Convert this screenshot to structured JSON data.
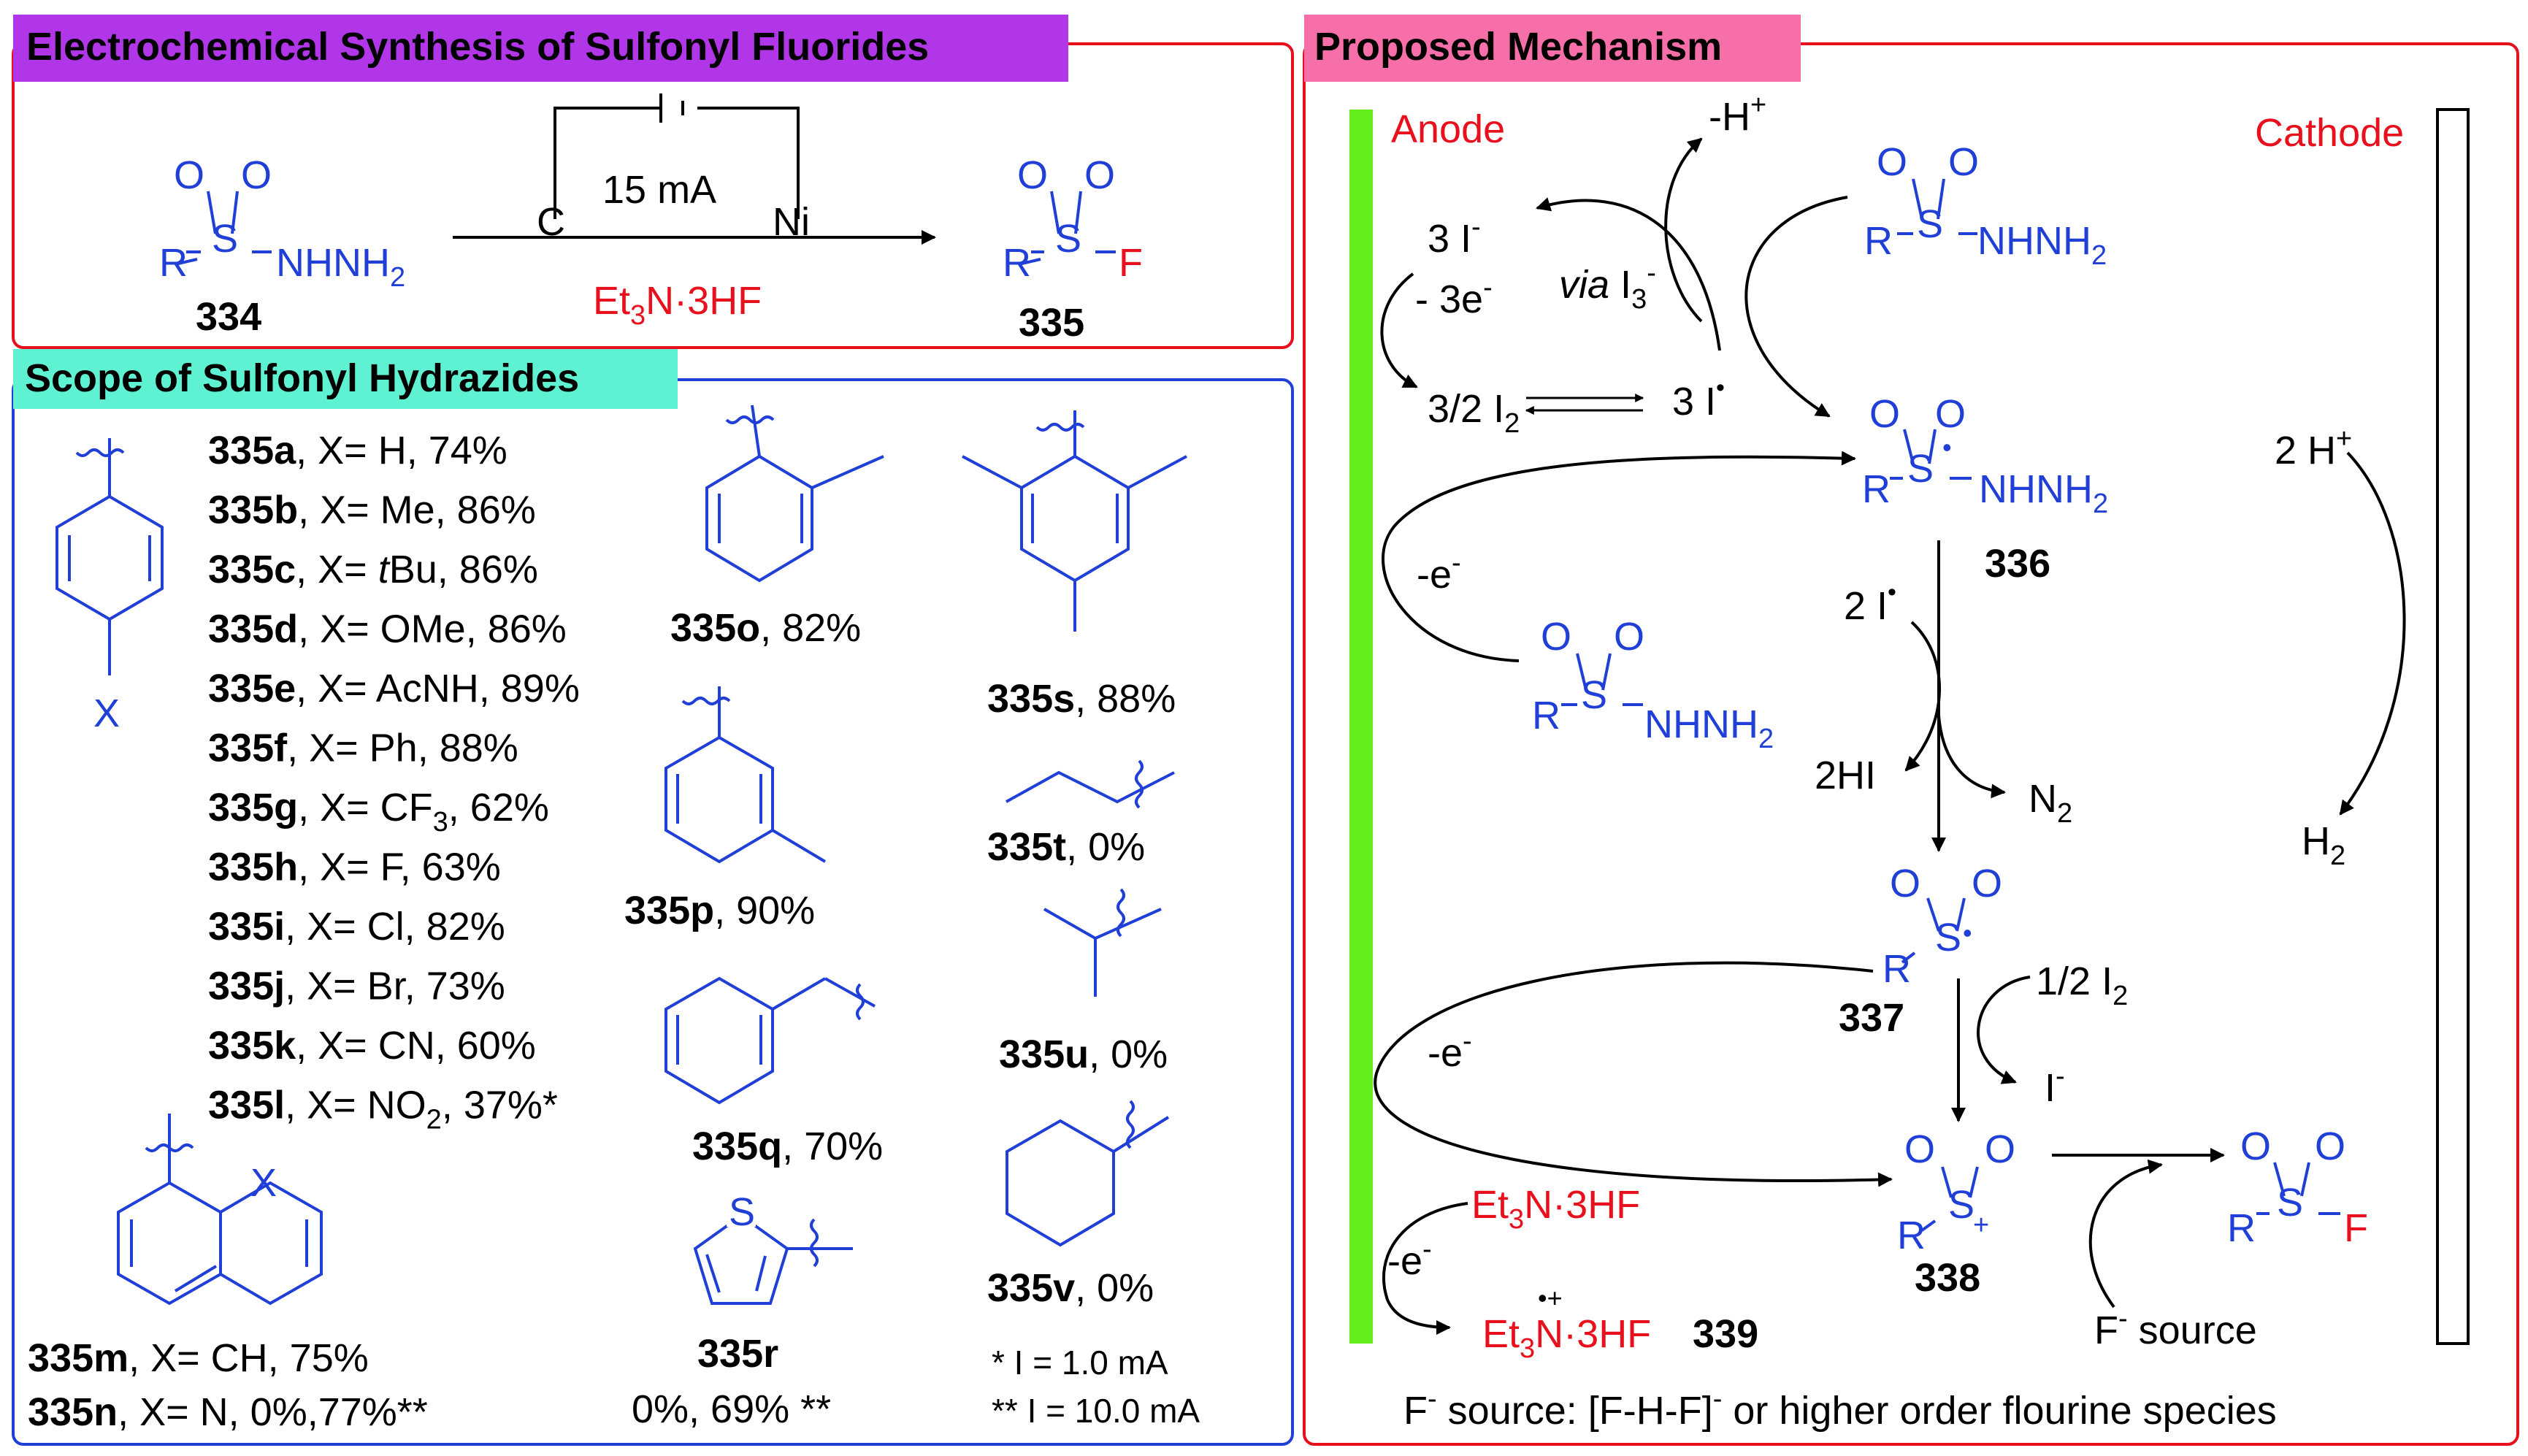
{
  "colors": {
    "structure": "#1f3fd6",
    "reagent": "#e8101c",
    "text": "#000000",
    "anode": "#66ee1c",
    "synthesis_title_bg": "#b136e8",
    "scope_title_bg": "#5ff2d2",
    "mechanism_title_bg": "#f76fa8",
    "frame_red": "#e8101c",
    "frame_blue": "#1f3fd6"
  },
  "atoms": {
    "O": "O",
    "S": "S",
    "R": "R",
    "F": "F",
    "X": "X",
    "C": "C",
    "Ni": "Ni",
    "NHNH": "NHNH",
    "sub2": "2"
  },
  "synthesis": {
    "title": "Electrochemical Synthesis of Sulfonyl Fluorides",
    "current": "15 mA",
    "electrode_left": "C",
    "electrode_right": "Ni",
    "reagent_main": "Et",
    "reagent_sub": "3",
    "reagent_tail": "N",
    "reagent_dot": "·",
    "reagent_hf": "3HF",
    "start_id": "334",
    "product_id": "335"
  },
  "scope": {
    "title": "Scope of Sulfonyl Hydrazides",
    "aryl_entries": [
      {
        "id": "335a",
        "pre": ", X= ",
        "x": "H",
        "sub": "",
        "post": ", 74%"
      },
      {
        "id": "335b",
        "pre": ", X= ",
        "x": "Me",
        "sub": "",
        "post": ", 86%"
      },
      {
        "id": "335c",
        "pre": ", X= ",
        "x": "tBu",
        "sub": "",
        "post": ", 86%"
      },
      {
        "id": "335d",
        "pre": ", X= ",
        "x": "OMe",
        "sub": "",
        "post": ", 86%"
      },
      {
        "id": "335e",
        "pre": ", X= ",
        "x": "AcNH",
        "sub": "",
        "post": ", 89%"
      },
      {
        "id": "335f",
        "pre": ", X= ",
        "x": "Ph",
        "sub": "",
        "post": ", 88%"
      },
      {
        "id": "335g",
        "pre": ", X= ",
        "x": "CF",
        "sub": "3",
        "post": ", 62%"
      },
      {
        "id": "335h",
        "pre": ", X= ",
        "x": "F",
        "sub": "",
        "post": ", 63%"
      },
      {
        "id": "335i",
        "pre": ", X= ",
        "x": "Cl",
        "sub": "",
        "post": ", 82%"
      },
      {
        "id": "335j",
        "pre": ", X= ",
        "x": "Br",
        "sub": "",
        "post": ", 73%"
      },
      {
        "id": "335k",
        "pre": ", X= ",
        "x": "CN",
        "sub": "",
        "post": ", 60%"
      },
      {
        "id": "335l",
        "pre": ", X= ",
        "x": "NO",
        "sub": "2",
        "post": ", 37%*"
      }
    ],
    "m": {
      "id": "335m",
      "text": ", X= CH, 75%"
    },
    "n": {
      "id": "335n",
      "text": ", X= N,  0%,77%**"
    },
    "o": {
      "id": "335o",
      "text": ", 82%"
    },
    "p": {
      "id": "335p",
      "text": ", 90%"
    },
    "q": {
      "id": "335q",
      "text": ", 70%"
    },
    "r": {
      "id": "335r",
      "text": "0%, 69% **"
    },
    "s": {
      "id": "335s",
      "text": ", 88%"
    },
    "t": {
      "id": "335t",
      "text": ", 0%"
    },
    "u": {
      "id": "335u",
      "text": ", 0%"
    },
    "v": {
      "id": "335v",
      "text": ", 0%"
    },
    "thiophene_atom": "S",
    "footnote1": "* I = 1.0 mA",
    "footnote2": "** I = 10.0 mA"
  },
  "mechanism": {
    "title": "Proposed Mechanism",
    "anode": "Anode",
    "cathode": "Cathode",
    "minus_h": "-H",
    "three_i": "3 I",
    "minus_3e": "- 3e",
    "via": "via",
    "i3": "I",
    "half_i2_left": "3/2 I",
    "three_i_rad": "3 I",
    "minus_e": "-e",
    "two_i_rad": "2 I",
    "two_hi": "2HI",
    "n2": "N",
    "two_h": "2 H",
    "h2": "H",
    "half_i2": "1/2 I",
    "iodide": "I",
    "id_336": "336",
    "id_337": "337",
    "id_338": "338",
    "id_339": "339",
    "f_source": "source",
    "f_label": "F",
    "footer": "source: [F-H-F]",
    "footer_tail": " or higher order flourine species",
    "plus": "+",
    "minus": "-",
    "radical": "•"
  }
}
